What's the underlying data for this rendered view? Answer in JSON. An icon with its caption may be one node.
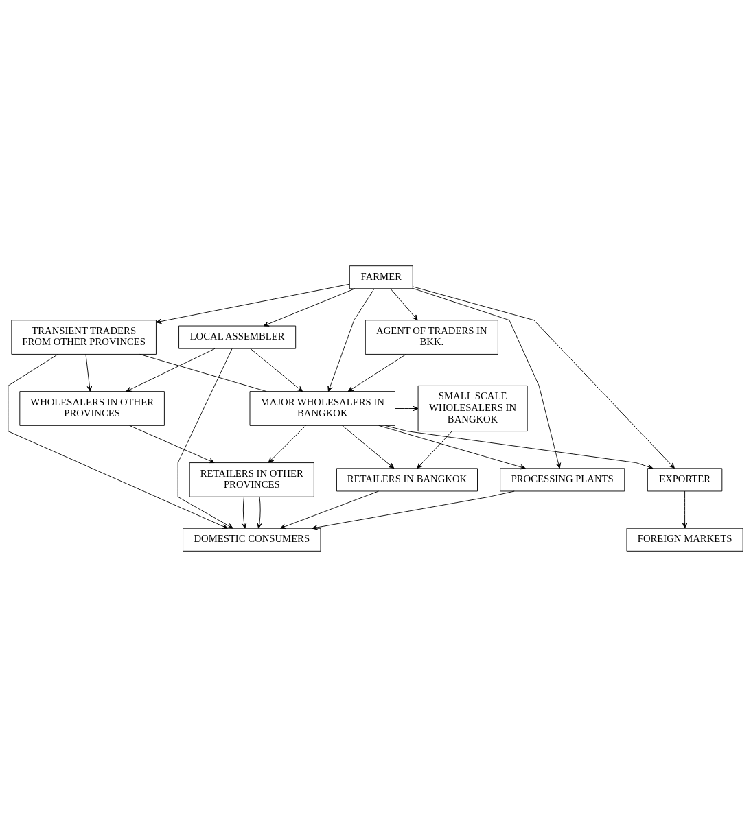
{
  "diagram": {
    "nodes": [
      {
        "text": [
          "FARMER"
        ]
      },
      {
        "text": [
          "TRANSIENT TRADERS FROM OTHER PROVINCES"
        ]
      },
      {
        "text": [
          "LOCAL ASSEMBLER"
        ]
      },
      {
        "text": [
          "AGENT OF TRADERS IN BKK."
        ]
      },
      {
        "text": [
          "WHOLESALERS IN OTHER PROVINCES"
        ]
      },
      {
        "text": [
          "MAJOR WHOLESALERS IN BANGKOK"
        ]
      },
      {
        "text": [
          "SMALL SCALE WHOLESALERS IN BANGKOK"
        ]
      },
      {
        "text": [
          "RETAILERS IN OTHER PROVINCES"
        ]
      },
      {
        "text": [
          "RETAILERS IN BANGKOK"
        ]
      },
      {
        "text": [
          "EXPORTER"
        ]
      },
      {
        "text": [
          "PROCESSING PLANTS"
        ]
      },
      {
        "text": [
          "FOREIGN MARKETS"
        ]
      },
      {
        "text": [
          "DOMESTIC CONSUMERS"
        ]
      }
    ],
    "edges": [
      {
        "from": 0,
        "to": 1,
        "arrow": "to"
      },
      {
        "from": 0,
        "to": 2,
        "arrow": "to"
      },
      {
        "from": 0,
        "to": 3,
        "arrow": "to"
      },
      {
        "from": 0,
        "to": 5,
        "arrow": "to"
      },
      {
        "from": 0,
        "to": 9,
        "arrow": "to"
      },
      {
        "from": 0,
        "to": 10,
        "arrow": "to"
      },
      {
        "from": 1,
        "to": 4,
        "arrow": "to"
      },
      {
        "from": 1,
        "to": 5,
        "arrow": "none"
      },
      {
        "from": 1,
        "to": 12,
        "arrow": "to"
      },
      {
        "from": 2,
        "to": 4,
        "arrow": "to"
      },
      {
        "from": 2,
        "to": 5,
        "arrow": "to"
      },
      {
        "from": 2,
        "to": 12,
        "arrow": "to"
      },
      {
        "from": 3,
        "to": 5,
        "arrow": "to"
      },
      {
        "from": 5,
        "to": 6,
        "arrow": "to"
      },
      {
        "from": 5,
        "to": 7,
        "arrow": "to"
      },
      {
        "from": 5,
        "to": 8,
        "arrow": "to"
      },
      {
        "from": 5,
        "to": 10,
        "arrow": "to"
      },
      {
        "from": 5,
        "to": 9,
        "arrow": "to"
      },
      {
        "from": 6,
        "to": 8,
        "arrow": "to"
      },
      {
        "from": 4,
        "to": 7,
        "arrow": "to"
      },
      {
        "from": 7,
        "to": 12,
        "arrow": "to"
      },
      {
        "from": 7,
        "to": 12,
        "arrow": "to"
      },
      {
        "from": 8,
        "to": 12,
        "arrow": "to"
      },
      {
        "from": 10,
        "to": 12,
        "arrow": "to"
      },
      {
        "from": 9,
        "to": 11,
        "arrow": "to"
      }
    ]
  }
}
